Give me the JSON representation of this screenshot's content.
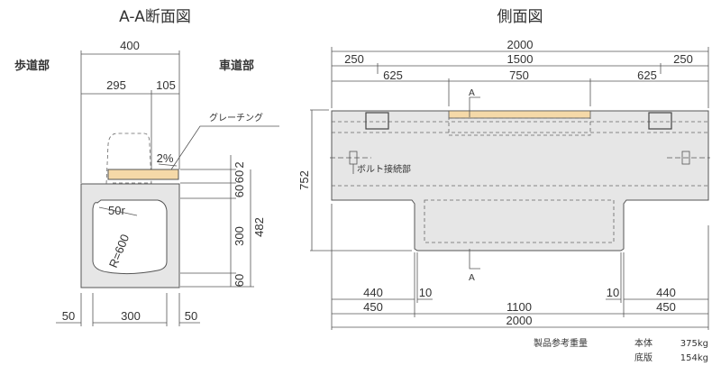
{
  "section_view": {
    "title": "A-A断面図",
    "left_label": "歩道部",
    "right_label": "車道部",
    "dims": {
      "width": "400",
      "w1": "295",
      "w2": "105",
      "slope": "2%",
      "h1": "2",
      "h2": "60",
      "h3": "60",
      "h4": "300",
      "h5": "60",
      "total_h": "482",
      "b1": "50",
      "b2": "300",
      "b3": "50",
      "corner_r": "50r",
      "arc_r": "R=600"
    },
    "grating_label": "グレーチング"
  },
  "side_view": {
    "title": "側面図",
    "top_dims": {
      "total": "2000",
      "a1": "250",
      "a2": "1500",
      "a3": "250",
      "b1": "625",
      "b2": "750",
      "b3": "625"
    },
    "height_dim": "752",
    "section_mark": "A",
    "bolt_label": "ボルト接続部",
    "bottom_dims": {
      "r1": [
        "440",
        "10",
        "10",
        "440"
      ],
      "r2": [
        "450",
        "1100",
        "450"
      ],
      "total": "2000"
    },
    "colors": {
      "concrete": "#e6e6e6",
      "grating": "#f5d9a8"
    }
  },
  "weights": {
    "label": "製品参考重量",
    "body_label": "本体",
    "body_value": "375kg",
    "base_label": "底版",
    "base_value": "154kg"
  }
}
